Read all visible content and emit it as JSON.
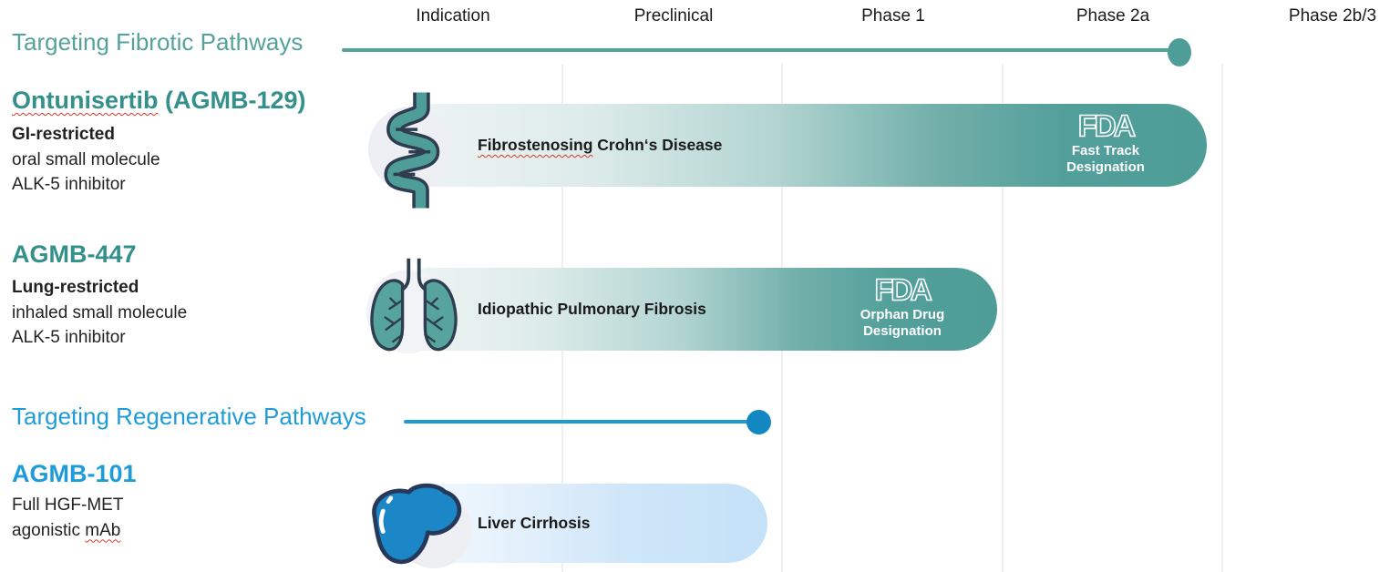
{
  "header": {
    "columns": [
      "Indication",
      "Preclinical",
      "Phase 1",
      "Phase 2a",
      "Phase 2b/3"
    ]
  },
  "sections": {
    "fibrotic": {
      "title": "Targeting Fibrotic Pathways",
      "color": "#55a29c",
      "progress_end_phase": "Phase 2a"
    },
    "regenerative": {
      "title": "Targeting Regenerative Pathways",
      "color": "#1f9cd8",
      "progress_end_phase": "Preclinical"
    }
  },
  "programs": {
    "agmb129": {
      "name": "Ontunisertib",
      "code": " (AGMB-129)",
      "trait": "GI-restricted",
      "modality": "oral small molecule",
      "target": "ALK-5 inhibitor",
      "indication_misspelled": "Fibrostenosing",
      "indication_rest": " Crohn‘s Disease",
      "bar_end_phase": "Phase 2a",
      "badge": {
        "logo": "FDA",
        "line1": "Fast Track",
        "line2": "Designation"
      }
    },
    "agmb447": {
      "name": "AGMB-447",
      "trait": "Lung-restricted",
      "modality": "inhaled small molecule",
      "target": "ALK-5 inhibitor",
      "indication": "Idiopathic Pulmonary Fibrosis",
      "bar_end_phase": "Phase 1",
      "badge": {
        "logo": "FDA",
        "line1": "Orphan Drug",
        "line2": "Designation"
      }
    },
    "agmb101": {
      "name": "AGMB-101",
      "desc_line1": "Full HGF-MET",
      "desc_line2_prefix": "agonistic ",
      "desc_line2_misspelled": "mAb",
      "indication": "Liver Cirrhosis",
      "bar_end_phase": "Preclinical"
    }
  },
  "colors": {
    "teal_bar": "#4f9d98",
    "teal_heading": "#34908a",
    "teal_section": "#55a29c",
    "blue_section": "#1f9cd8",
    "blue_dot": "#1287c2",
    "liver_blue": "#1b87c7",
    "bar_blue_light": "#c4e1f8",
    "icon_outline_navy": "#2e3d4f",
    "gridline": "#efefef",
    "text_dark": "#1b1b1b",
    "spellcheck_red": "#d93a2d"
  }
}
